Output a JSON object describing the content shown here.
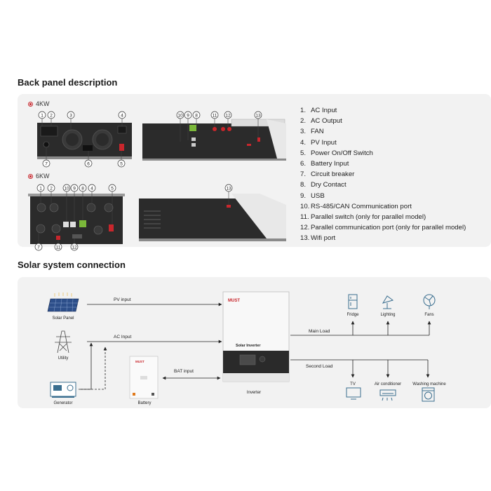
{
  "back_panel": {
    "heading": "Back panel description",
    "model_4kw": "4KW",
    "model_6kw": "6KW",
    "callouts_4kw_front": [
      "1",
      "2",
      "3",
      "4",
      "5",
      "6",
      "7"
    ],
    "callouts_4kw_side": [
      "10",
      "9",
      "8",
      "11",
      "12",
      "13"
    ],
    "callouts_6kw_front": [
      "1",
      "2",
      "10",
      "9",
      "8",
      "4",
      "5",
      "7",
      "11",
      "12"
    ],
    "callouts_6kw_side": [
      "13"
    ]
  },
  "legend": [
    {
      "num": "1.",
      "label": "AC Input"
    },
    {
      "num": "2.",
      "label": "AC Output"
    },
    {
      "num": "3.",
      "label": "FAN"
    },
    {
      "num": "4.",
      "label": "PV Input"
    },
    {
      "num": "5.",
      "label": "Power On/Off Switch"
    },
    {
      "num": "6.",
      "label": "Battery Input"
    },
    {
      "num": "7.",
      "label": "Circuit breaker"
    },
    {
      "num": "8.",
      "label": "Dry Contact"
    },
    {
      "num": "9.",
      "label": "USB"
    },
    {
      "num": "10.",
      "label": "RS-485/CAN Communication port"
    },
    {
      "num": "11.",
      "label": "Parallel switch (only for parallel model)"
    },
    {
      "num": "12.",
      "label": "Parallel communication port (only for parallel model)"
    },
    {
      "num": "13.",
      "label": "Wifi port"
    }
  ],
  "solar": {
    "heading": "Solar system connection",
    "sources": {
      "solar_panel": "Solar Panel",
      "utility": "Utility",
      "generator": "Generator",
      "battery": "Battery"
    },
    "lines": {
      "pv_input": "PV input",
      "ac_input": "AC Input",
      "bat_input": "BAT input",
      "main_load": "Main Load",
      "second_load": "Second Load"
    },
    "inverter": {
      "brand": "MUST",
      "model": "Solar Inverter",
      "caption": "Inverter"
    },
    "battery_brand": "MUST",
    "main_loads": [
      "Fridge",
      "Lighting",
      "Fans"
    ],
    "second_loads": [
      "TV",
      "Air conditioner",
      "Washing machine"
    ]
  },
  "colors": {
    "accent": "#c8262c",
    "panel_bg": "#f2f2f2",
    "device_dark": "#2a2a2a",
    "icon_blue": "#3a6e8f"
  }
}
